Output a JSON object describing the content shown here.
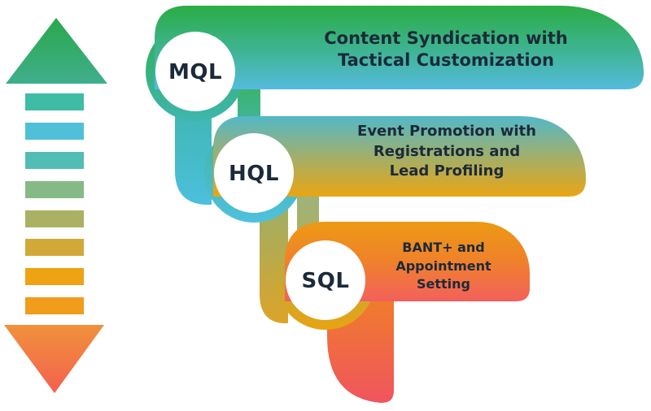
{
  "stages": [
    {
      "id": "mql",
      "label": "MQL",
      "banner_lines": [
        "Content Syndication with",
        "Tactical Customization"
      ]
    },
    {
      "id": "hql",
      "label": "HQL",
      "banner_lines": [
        "Event Promotion with",
        "Registrations and",
        "Lead Profiling"
      ]
    },
    {
      "id": "sql",
      "label": "SQL",
      "banner_lines": [
        "BANT+ and",
        "Appointment",
        "Setting"
      ]
    }
  ],
  "palette": {
    "text": "#1b2a3a",
    "banner1": [
      "#2aad44",
      "#3fb494",
      "#55bbde"
    ],
    "banner2": [
      "#52b8ca",
      "#a8ae62",
      "#e9a513"
    ],
    "banner3": [
      "#ec9a13",
      "#f0812b",
      "#f2605c"
    ],
    "ring1": [
      "#2fad52",
      "#3fb6ad"
    ],
    "ring2": [
      "#44b49c",
      "#4fc0dc"
    ],
    "ring3": [
      "#a9ae55",
      "#e7a312"
    ],
    "connector_a": [
      "#3eb5ae",
      "#4cc0dc"
    ],
    "connector_d": [
      "#3bb36b",
      "#40b495"
    ],
    "connector_b": [
      "#98b06c",
      "#dda329"
    ],
    "connector_e": [
      "#9cb47e",
      "#b3ae5a"
    ],
    "tail": [
      "#f0881c",
      "#f0545f"
    ],
    "arrow_up": [
      "#2aa84b",
      "#3fae8d"
    ],
    "arrow_down": [
      "#f1913b",
      "#f2614f"
    ],
    "arrow_bars": [
      "#3ebca6",
      "#4fc0d8",
      "#52bdb4",
      "#85ba86",
      "#abb162",
      "#d2a939",
      "#eda313",
      "#f19c1a"
    ]
  }
}
